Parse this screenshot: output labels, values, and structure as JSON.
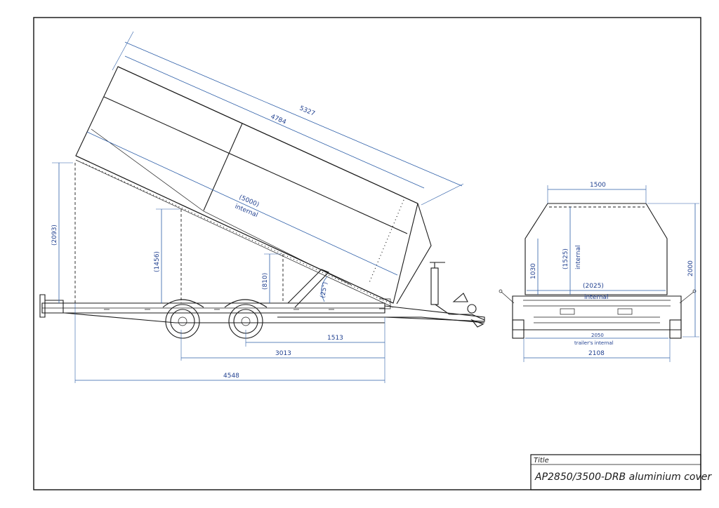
{
  "title_block": {
    "label": "Title",
    "value": "AP2850/3500-DRB aluminium cover"
  },
  "side_view": {
    "dim_overall_tipped": "5327",
    "dim_bed_length": "4784",
    "dim_internal_length": "(5000)",
    "dim_internal_note": "internal",
    "dim_height_tipped": "(2093)",
    "dim_front_height": "(1456)",
    "dim_rear_height": "(810)",
    "dim_tip_angle": "(25°)",
    "dim_axle_to_hitch": "1513",
    "dim_rear_to_hitch": "3013",
    "dim_overall_length": "4548"
  },
  "rear_view": {
    "dim_top_width": "1500",
    "dim_internal_height": "(1525)",
    "dim_internal_height_note": "internal",
    "dim_side_height": "1030",
    "dim_overall_height": "2000",
    "dim_internal_width": "(2025)",
    "dim_internal_width_note": "internal",
    "dim_trailer_internal": "2050",
    "dim_trailer_internal_note": "trailer's internal",
    "dim_overall_width": "2108"
  }
}
